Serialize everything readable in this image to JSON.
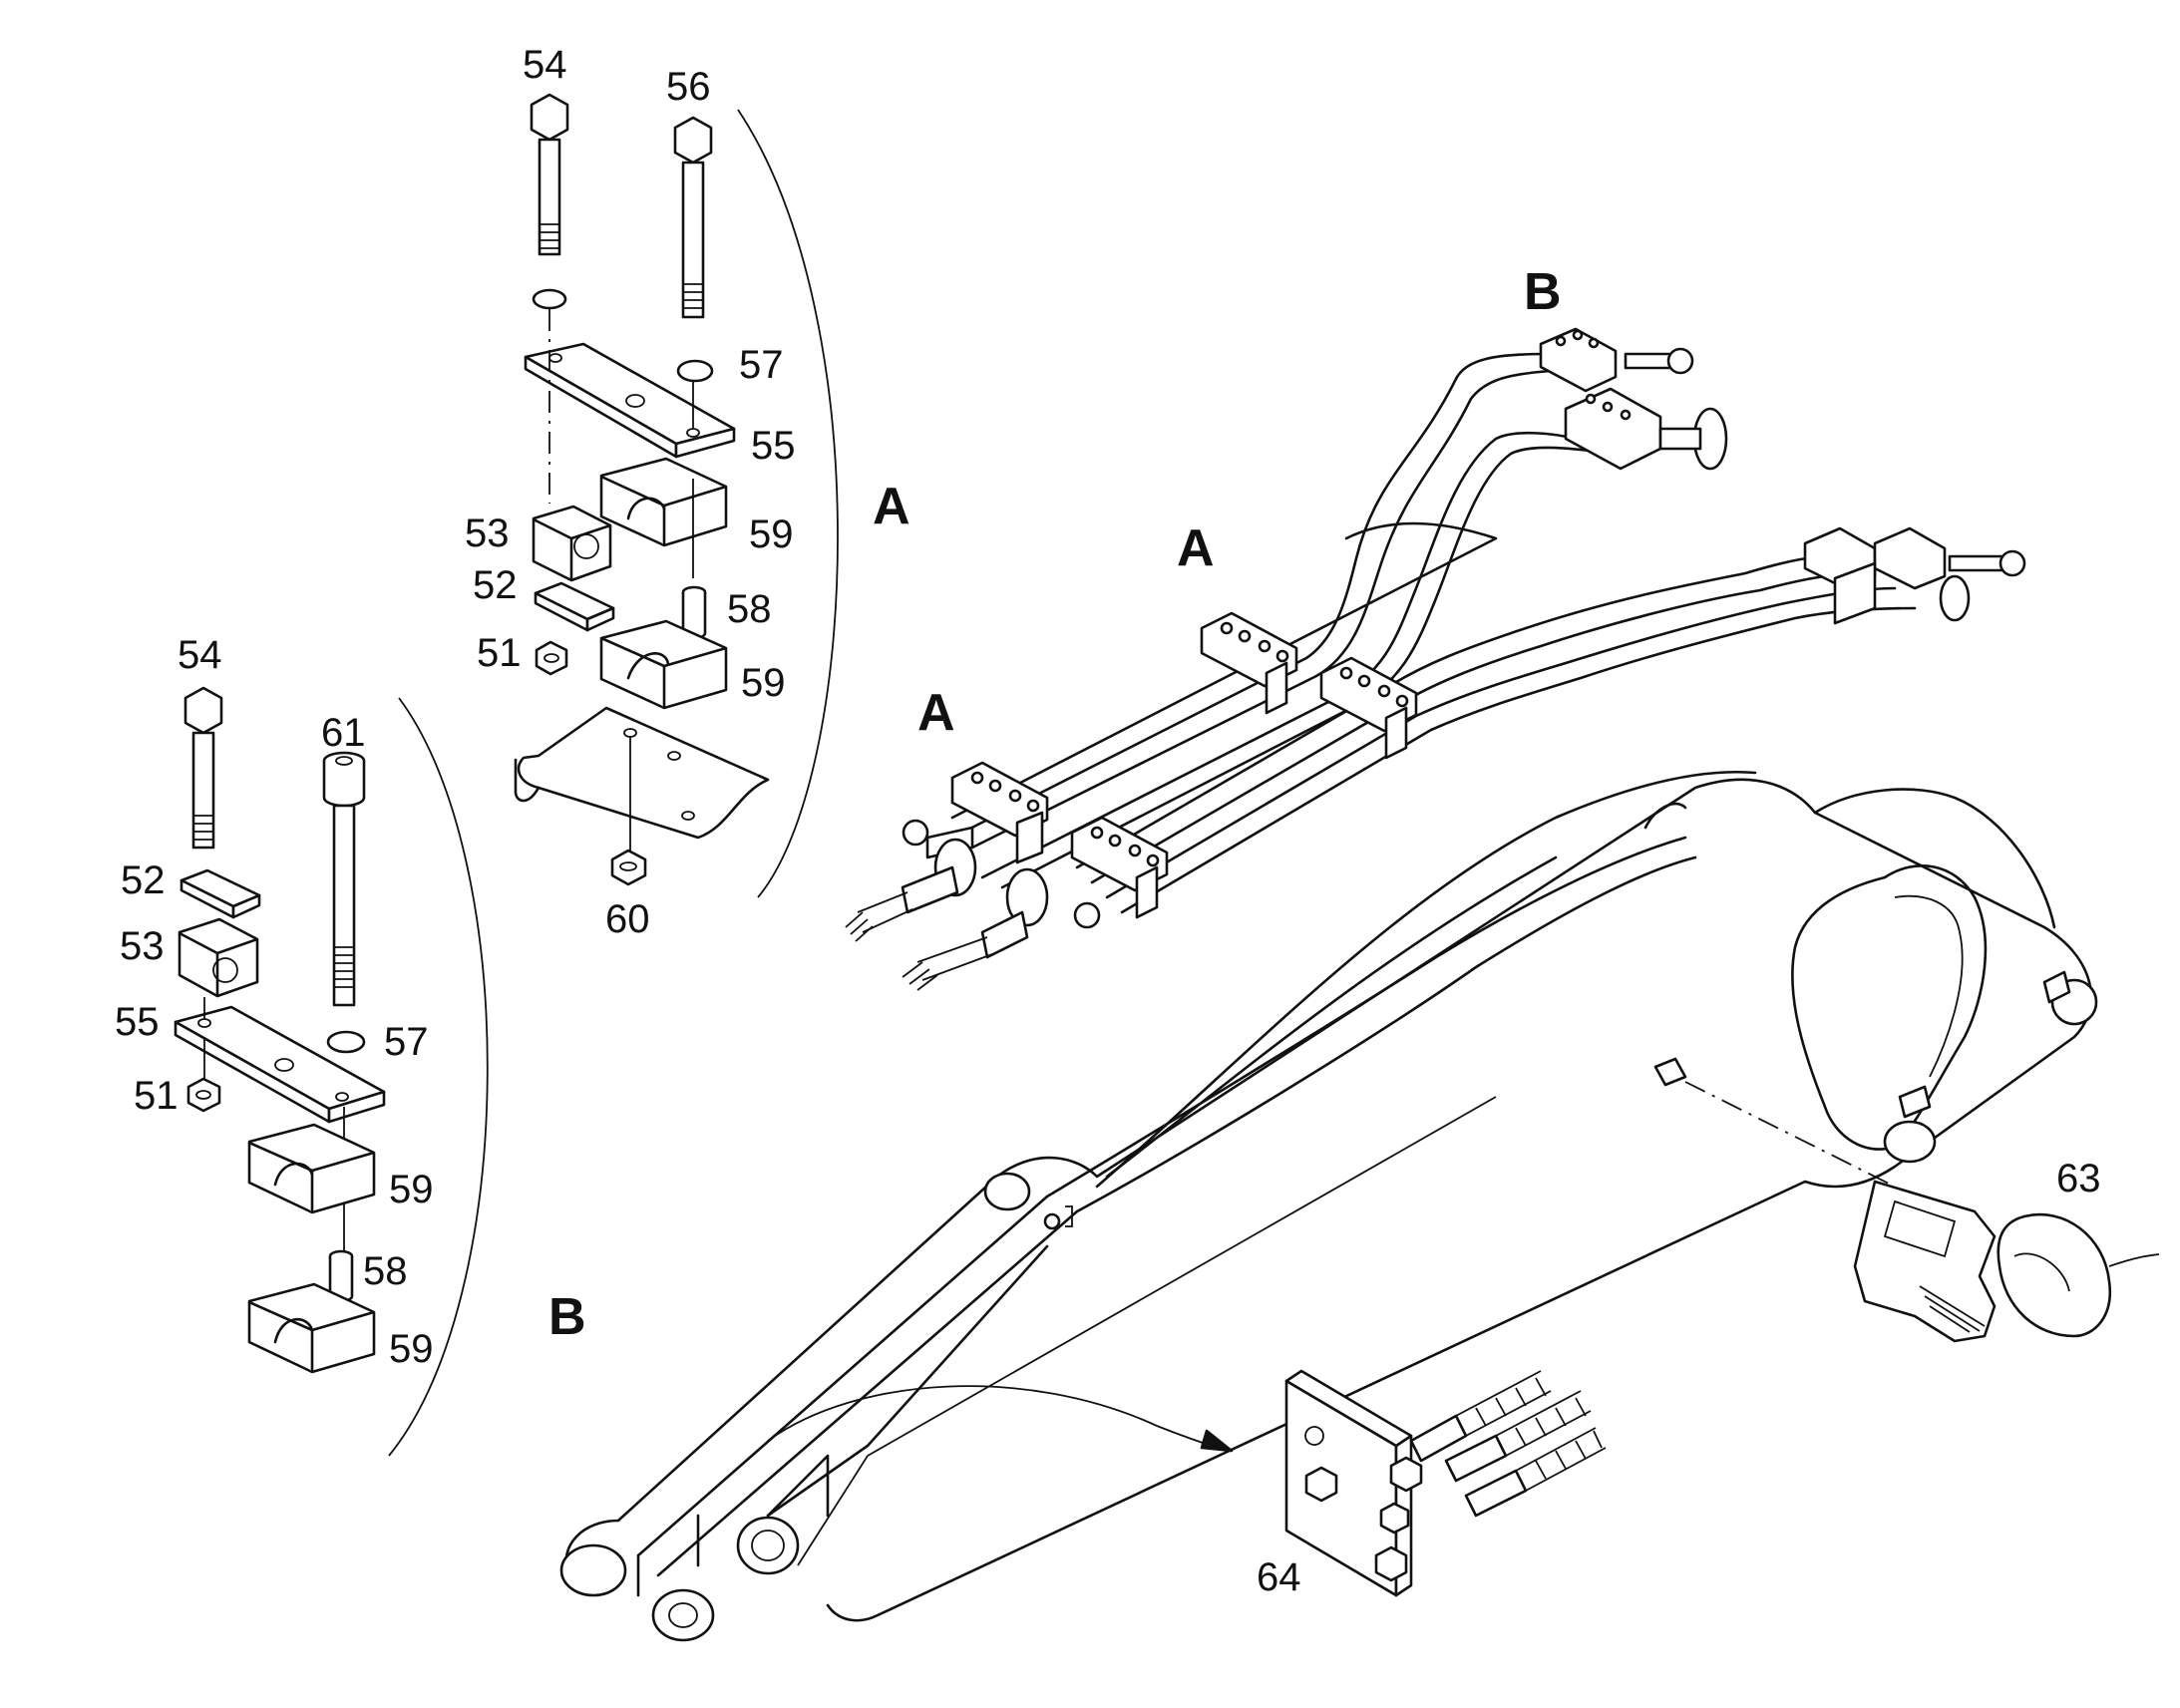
{
  "callouts": {
    "top_bolt_54": "54",
    "top_bolt_56": "56",
    "top_57": "57",
    "top_55": "55",
    "top_53": "53",
    "top_59a": "59",
    "top_52": "52",
    "top_58": "58",
    "top_51": "51",
    "top_59b": "59",
    "top_60": "60",
    "left_54": "54",
    "left_61": "61",
    "left_52": "52",
    "left_53": "53",
    "left_55": "55",
    "left_57": "57",
    "left_51": "51",
    "left_59a": "59",
    "left_58": "58",
    "left_59b": "59",
    "sensor_63": "63",
    "plate_64": "64"
  },
  "view_letters": {
    "detail_a": "A",
    "pipe_a_upper": "A",
    "pipe_a_lower": "A",
    "pipe_b": "B",
    "detail_b": "B"
  }
}
